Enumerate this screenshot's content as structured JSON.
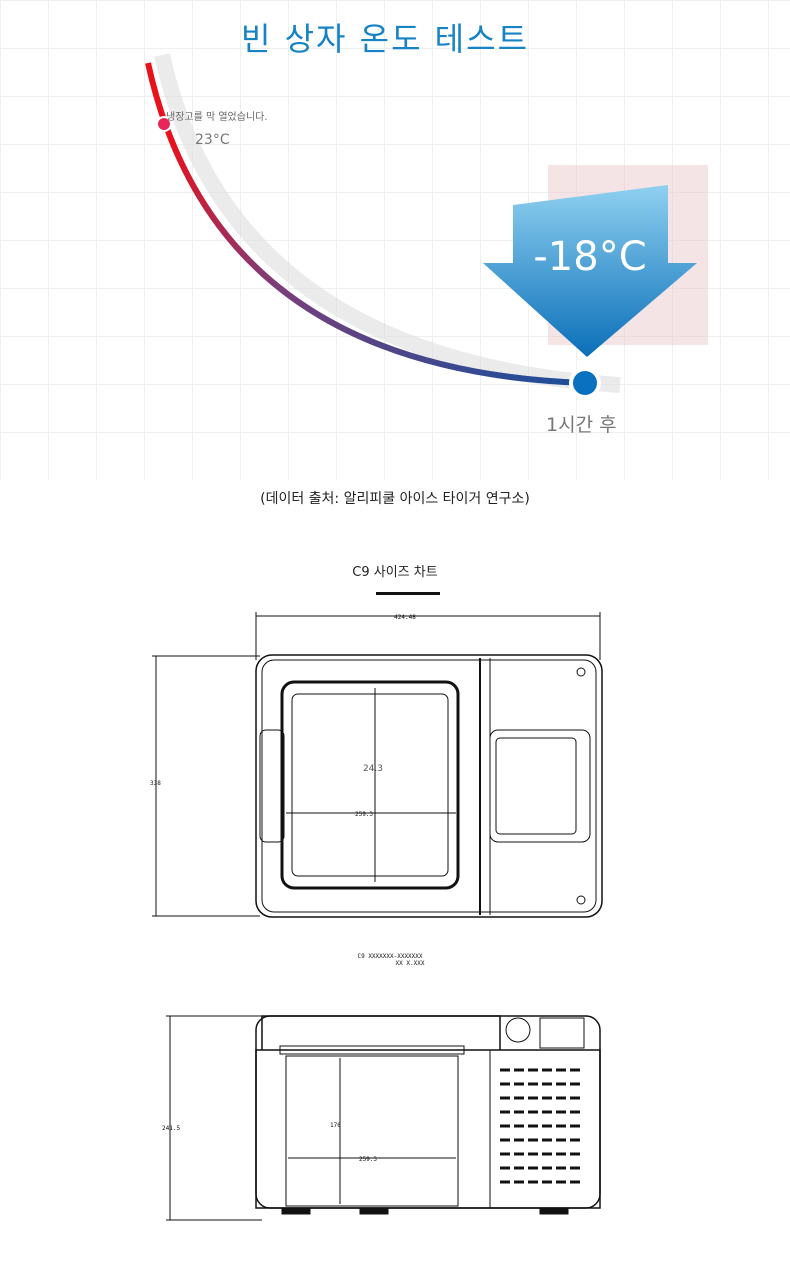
{
  "title": "빈 상자 온도 테스트",
  "curve": {
    "start_note": "냉장고를 막 열었습니다.",
    "start_temp": "23°C",
    "end_temp": "-18°C",
    "end_time": "1시간 후",
    "colors": {
      "start": "#e8121b",
      "end": "#1a4f9a",
      "arrow": "#1a86c8",
      "dot": "#0a70c0"
    }
  },
  "source": "(데이터 출처: 알리피쿨 아이스 타이거 연구소)",
  "size_chart": {
    "title": "C9 사이즈 차트",
    "top_view": {
      "width": "424.48",
      "height": "338",
      "inner_depth": "24.3",
      "inner_width": "259.3"
    },
    "model_note": [
      "C9  XXXXXXX-XXXXXXX",
      "XX  X.XXX"
    ],
    "side_view": {
      "height": "241.5",
      "inner_height": "176",
      "inner_width": "259.3"
    }
  }
}
